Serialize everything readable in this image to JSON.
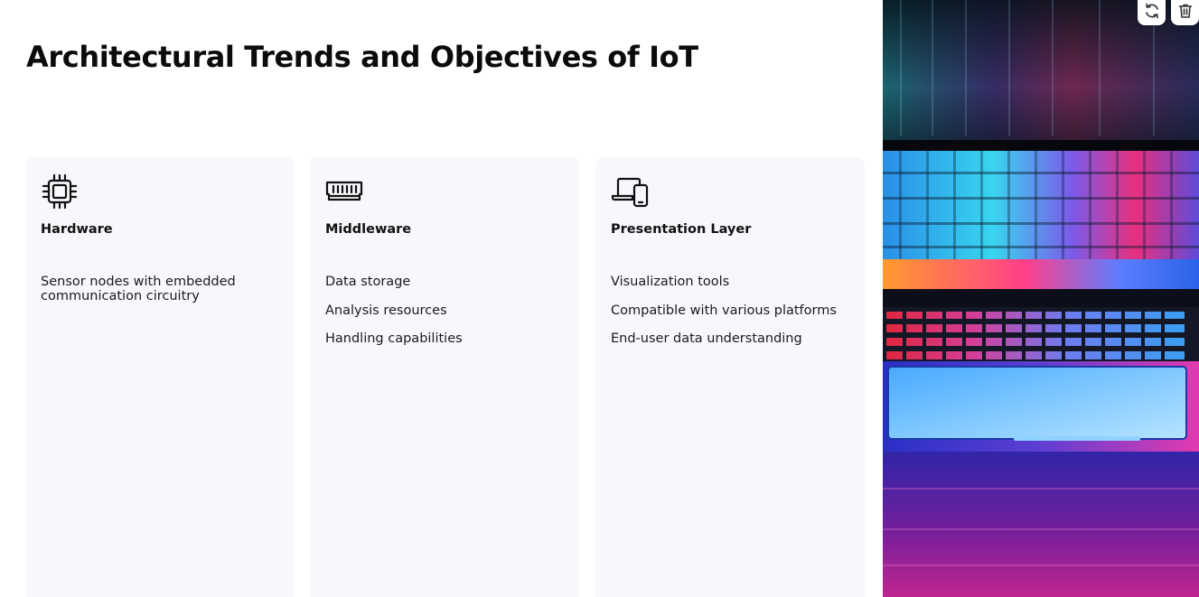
{
  "slide": {
    "title": "Architectural Trends and Objectives of IoT"
  },
  "cards": [
    {
      "icon": "cpu-chip-icon",
      "title": "Hardware",
      "items": [
        "Sensor nodes with embedded communication circuitry"
      ]
    },
    {
      "icon": "memory-module-icon",
      "title": "Middleware",
      "items": [
        "Data storage",
        "Analysis resources",
        "Handling capabilities"
      ]
    },
    {
      "icon": "devices-icon",
      "title": "Presentation Layer",
      "items": [
        "Visualization tools",
        "Compatible with various platforms",
        "End-user data understanding"
      ]
    }
  ],
  "image_panel": {
    "subject": "laptop with neon-lit keyboard",
    "toolbar": [
      {
        "icon": "refresh-icon"
      },
      {
        "icon": "trash-icon"
      }
    ]
  },
  "colors": {
    "card_background": "#f7f8fc",
    "title_text": "#0b0b0b",
    "accent_pink": "#e0338c",
    "accent_cyan": "#3ad6f0",
    "accent_blue": "#2f5bea"
  }
}
